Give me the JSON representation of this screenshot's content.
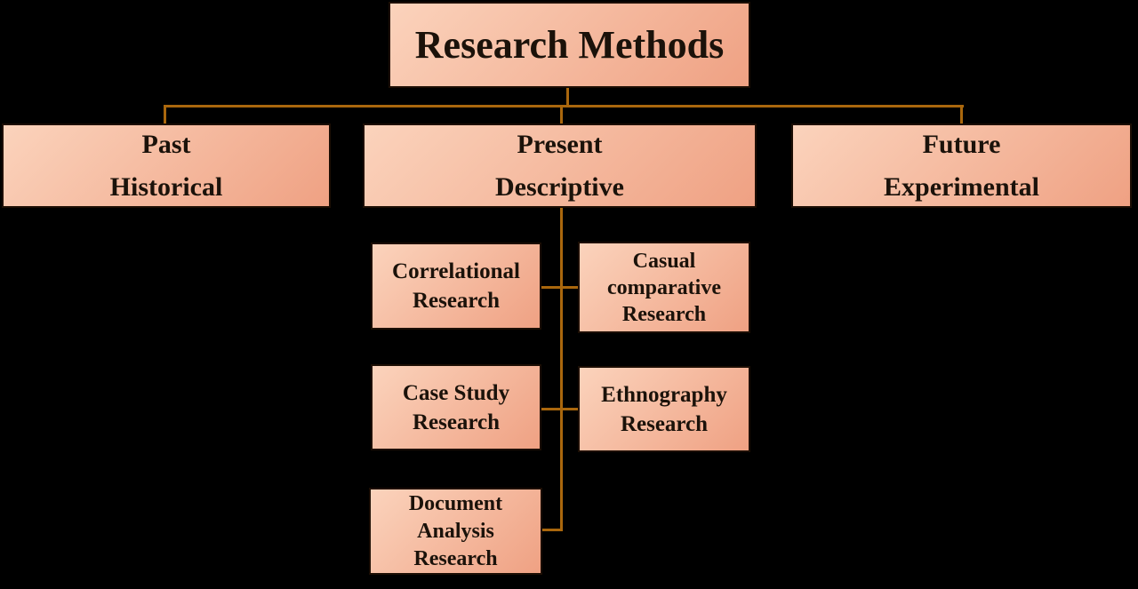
{
  "diagram": {
    "title": "Research Methods",
    "type": "hierarchy-org-chart"
  },
  "colors": {
    "background": "#000000",
    "box_fill_light": "#FBD3BC",
    "box_fill_dark": "#EFA183",
    "box_border": "#1C0E04",
    "connector": "#AA670D",
    "text": "#1B120A"
  },
  "nodes": {
    "root": {
      "line1": "Research Methods"
    },
    "past": {
      "line1": "Past",
      "line2": "Historical"
    },
    "present": {
      "line1": "Present",
      "line2": "Descriptive"
    },
    "future": {
      "line1": "Future",
      "line2": "Experimental"
    },
    "correlational": {
      "line1": "Correlational",
      "line2": "Research"
    },
    "casual": {
      "line1": "Casual",
      "line2": "comparative",
      "line3": "Research"
    },
    "case_study": {
      "line1": "Case Study",
      "line2": "Research"
    },
    "ethnography": {
      "line1": "Ethnography",
      "line2": "Research"
    },
    "document": {
      "line1": "Document",
      "line2": "Analysis",
      "line3": "Research"
    }
  }
}
